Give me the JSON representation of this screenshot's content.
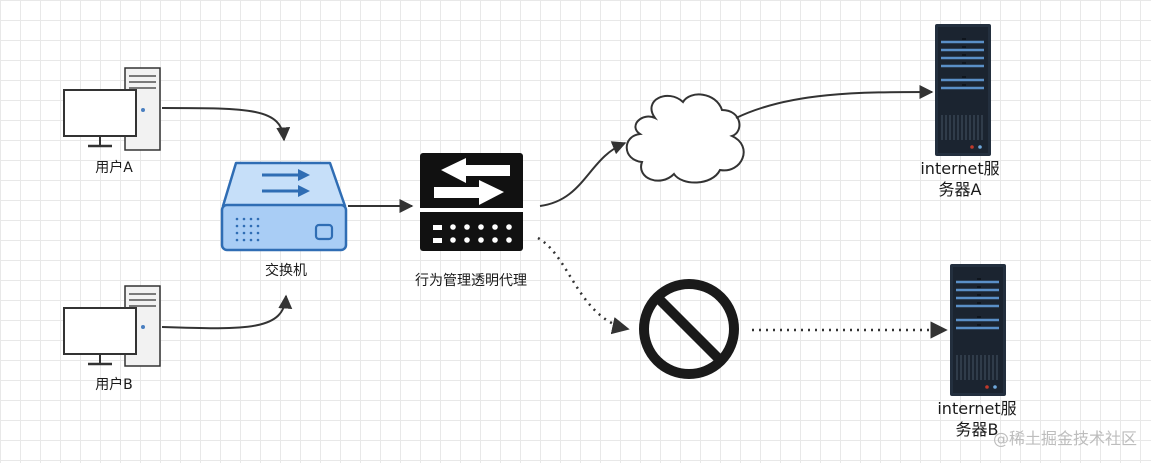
{
  "nodes": {
    "user_a": "用户A",
    "user_b": "用户B",
    "switch": "交换机",
    "proxy": "行为管理透明代理",
    "server_a_line1": "internet服",
    "server_a_line2": "务器A",
    "server_b_line1": "internet服",
    "server_b_line2": "务器B"
  },
  "watermark": "@稀土掘金技术社区",
  "colors": {
    "arrow": "#333333",
    "switch_fill": "#a9cdf5",
    "switch_stroke": "#2f6db4",
    "server_body": "#232f3e",
    "server_accent": "#5a8fc7",
    "block_sign": "#1a1a1a"
  }
}
